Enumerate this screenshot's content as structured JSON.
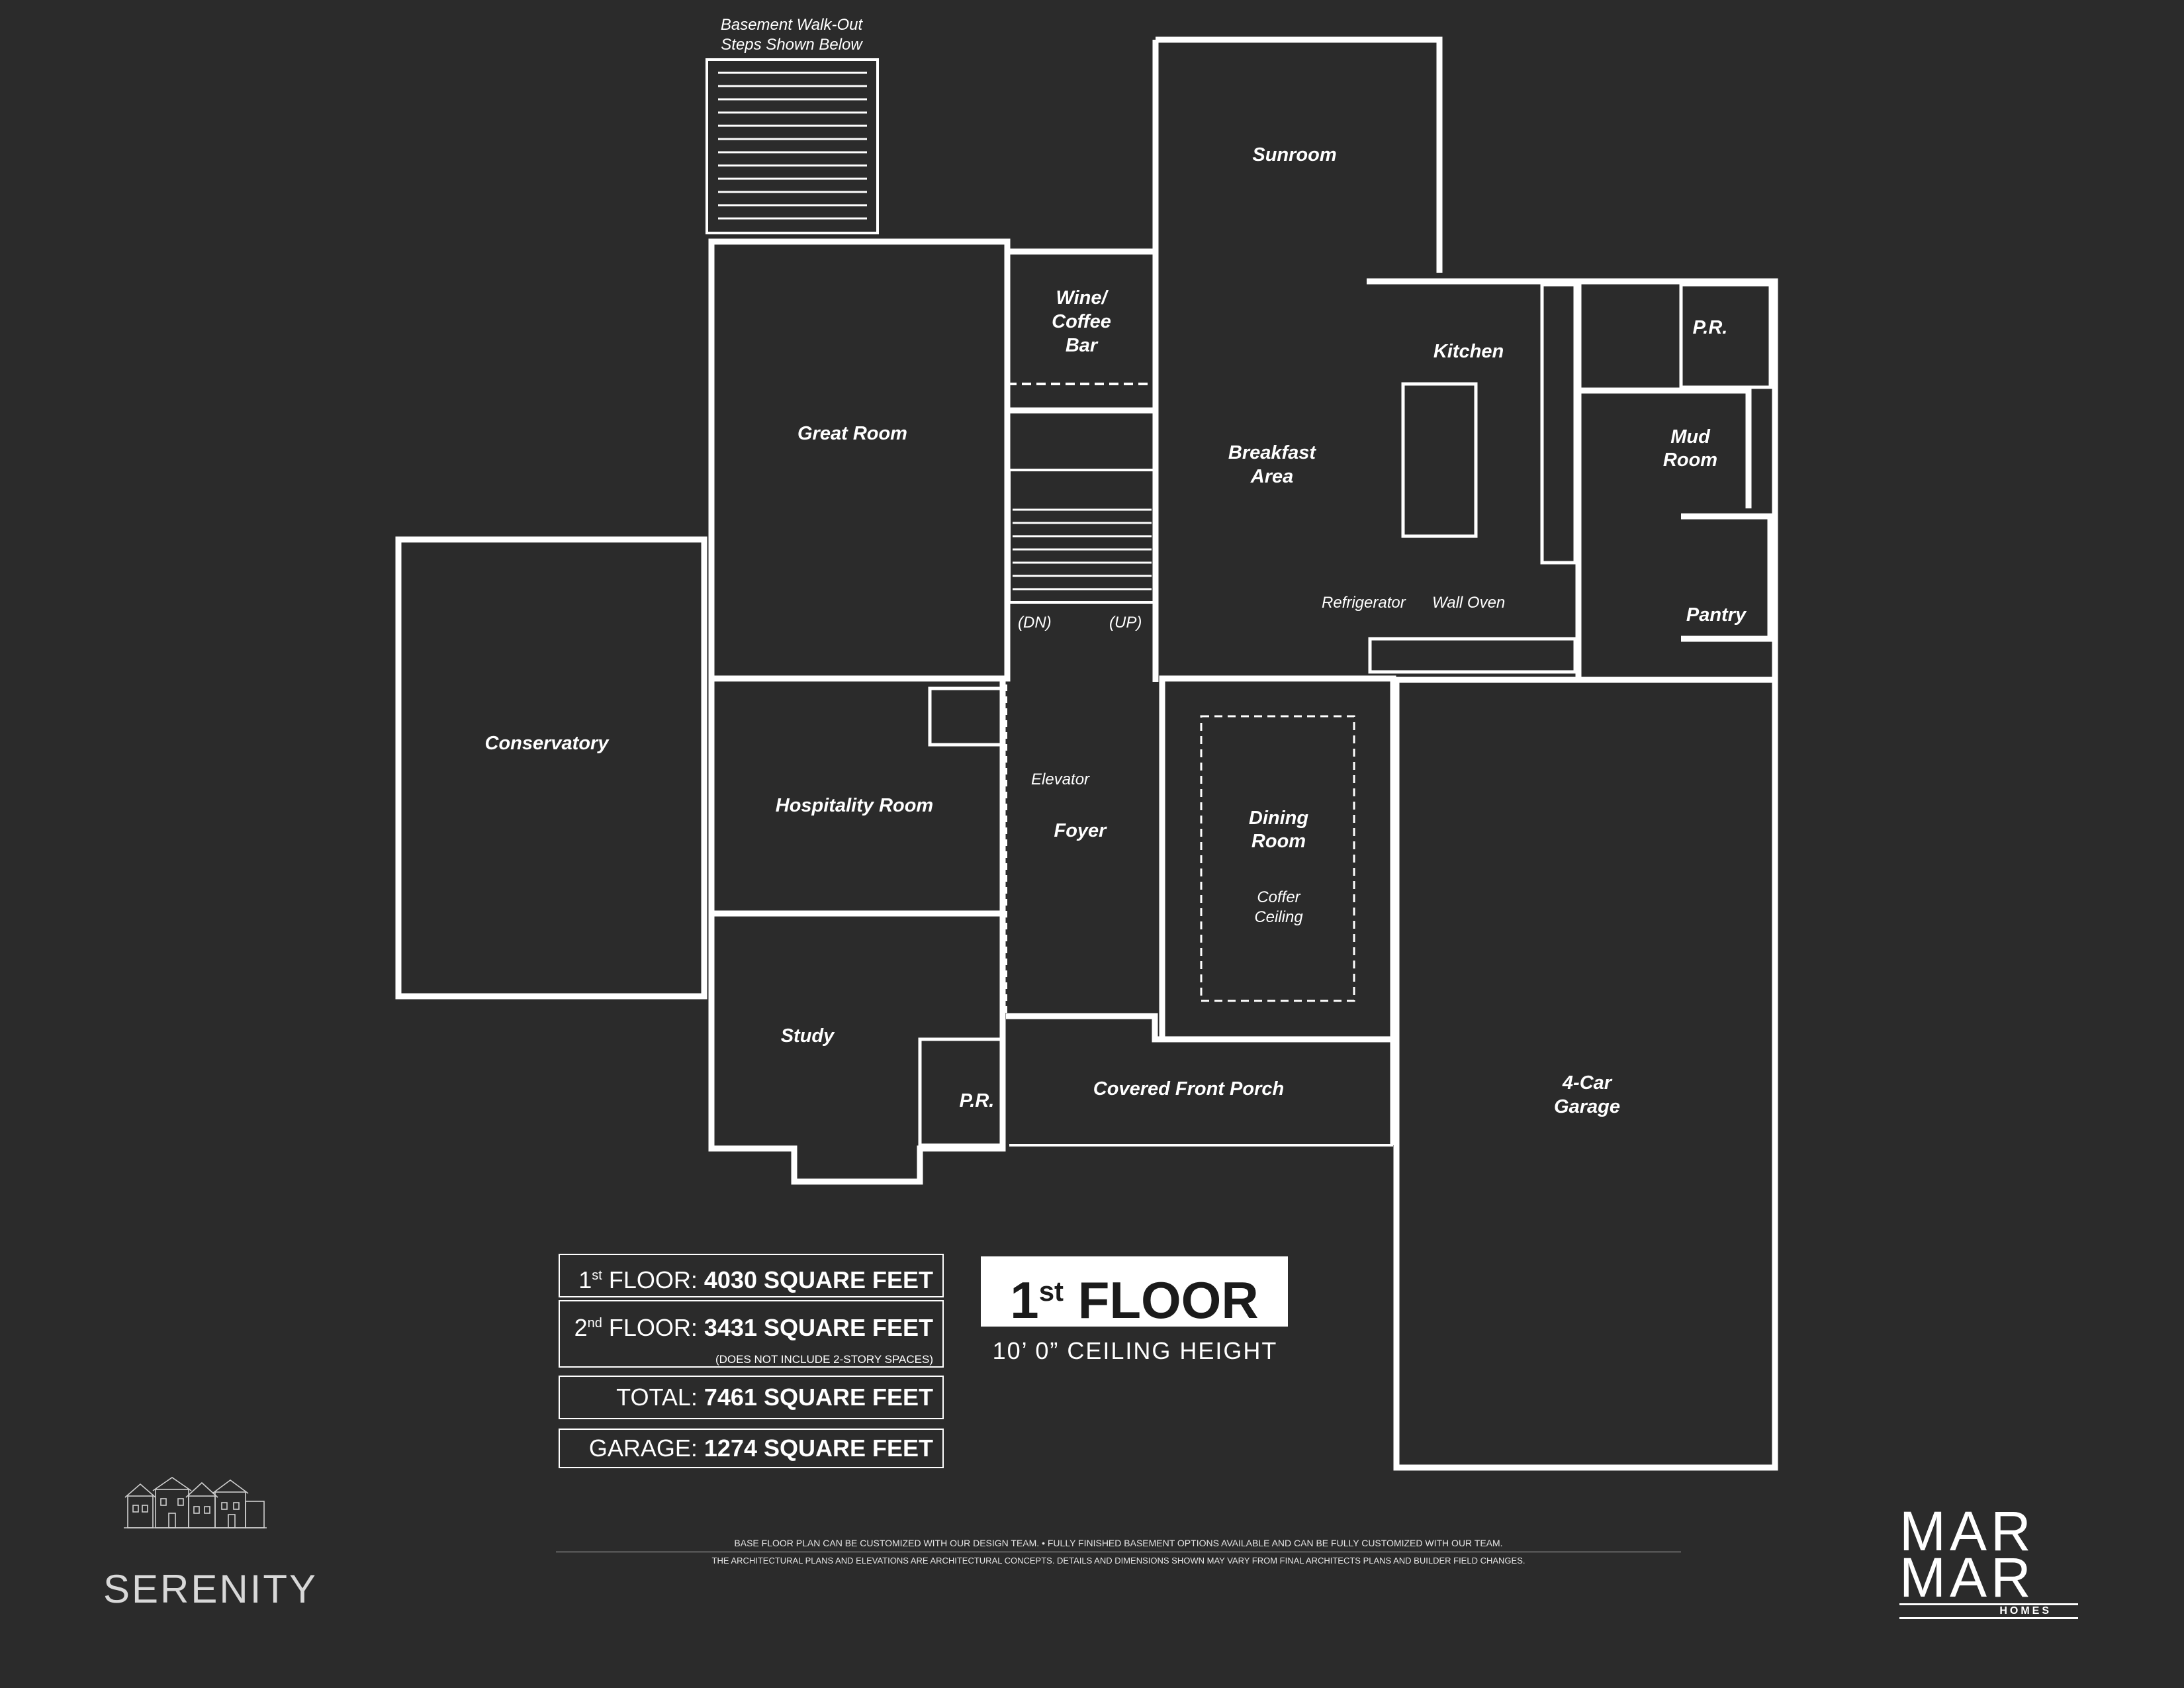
{
  "rooms": {
    "sunroom": "Sunroom",
    "wine_1": "Wine/",
    "wine_2": "Coffee",
    "wine_3": "Bar",
    "kitchen": "Kitchen",
    "pr_upper": "P.R.",
    "mud_1": "Mud",
    "mud_2": "Room",
    "great_room": "Great Room",
    "breakfast_1": "Breakfast",
    "breakfast_2": "Area",
    "pantry": "Pantry",
    "conservatory": "Conservatory",
    "hospitality": "Hospitality Room",
    "foyer": "Foyer",
    "dining_1": "Dining",
    "dining_2": "Room",
    "coffer_1": "Coffer",
    "coffer_2": "Ceiling",
    "study": "Study",
    "pr_lower": "P.R.",
    "porch": "Covered Front Porch",
    "garage_1": "4-Car",
    "garage_2": "Garage"
  },
  "notes": {
    "walkout_1": "Basement Walk-Out",
    "walkout_2": "Steps Shown Below",
    "refrigerator": "Refrigerator",
    "wall_oven": "Wall Oven",
    "stair_dn": "(DN)",
    "stair_up": "(UP)",
    "elevator": "Elevator"
  },
  "sqft": {
    "first_num": "1",
    "first_sup": "st",
    "first_label": " FLOOR: ",
    "first_value": "4030 SQUARE FEET",
    "second_num": "2",
    "second_sup": "nd",
    "second_label": " FLOOR: ",
    "second_value": "3431 SQUARE FEET",
    "second_note": "(DOES NOT INCLUDE 2-STORY SPACES)",
    "total_label": "TOTAL: ",
    "total_value": "7461 SQUARE FEET",
    "garage_label": "GARAGE: ",
    "garage_value": "1274 SQUARE FEET"
  },
  "title": {
    "num": "1",
    "sup": "st",
    "text": " FLOOR",
    "ceiling": "10’ 0” CEILING HEIGHT"
  },
  "house_name": "SERENITY",
  "disclaimer": {
    "line1": "BASE FLOOR PLAN CAN BE CUSTOMIZED WITH OUR DESIGN TEAM. • FULLY FINISHED BASEMENT OPTIONS AVAILABLE AND CAN BE FULLY CUSTOMIZED WITH OUR TEAM.",
    "line2": "THE ARCHITECTURAL PLANS AND ELEVATIONS ARE ARCHITECTURAL CONCEPTS. DETAILS AND DIMENSIONS SHOWN MAY VARY FROM FINAL ARCHITECTS PLANS AND BUILDER FIELD CHANGES."
  },
  "logo": {
    "line1": "MAR",
    "line2": "MAR",
    "line3": "HOMES"
  },
  "colors": {
    "background": "#2b2b2b",
    "walls": "#ffffff"
  }
}
